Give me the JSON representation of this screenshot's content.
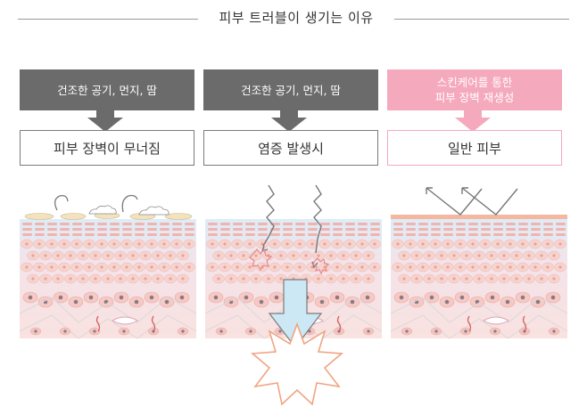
{
  "title": "피부 트러블이 생기는 이유",
  "columns": [
    {
      "cause": "건조한 공기, 먼지, 땀",
      "result": "피부 장벽이 무너짐"
    },
    {
      "cause": "건조한 공기, 먼지, 땀",
      "result": "염증 발생시"
    },
    {
      "cause_line1": "스킨케어를 통한",
      "cause_line2": "피부 장벽 재생성",
      "result": "일반 피부"
    }
  ],
  "colors": {
    "dark_box": "#6b6b6b",
    "pink_box": "#f5a9bd",
    "skin_pink": "#f6c9c4",
    "skin_blue": "#d9ecf6",
    "arrow_blue": "#cde8f5"
  },
  "icons": [
    "down-arrow-icon",
    "wavy-arrow-icon",
    "reflect-arrow-icon",
    "starburst-icon"
  ]
}
